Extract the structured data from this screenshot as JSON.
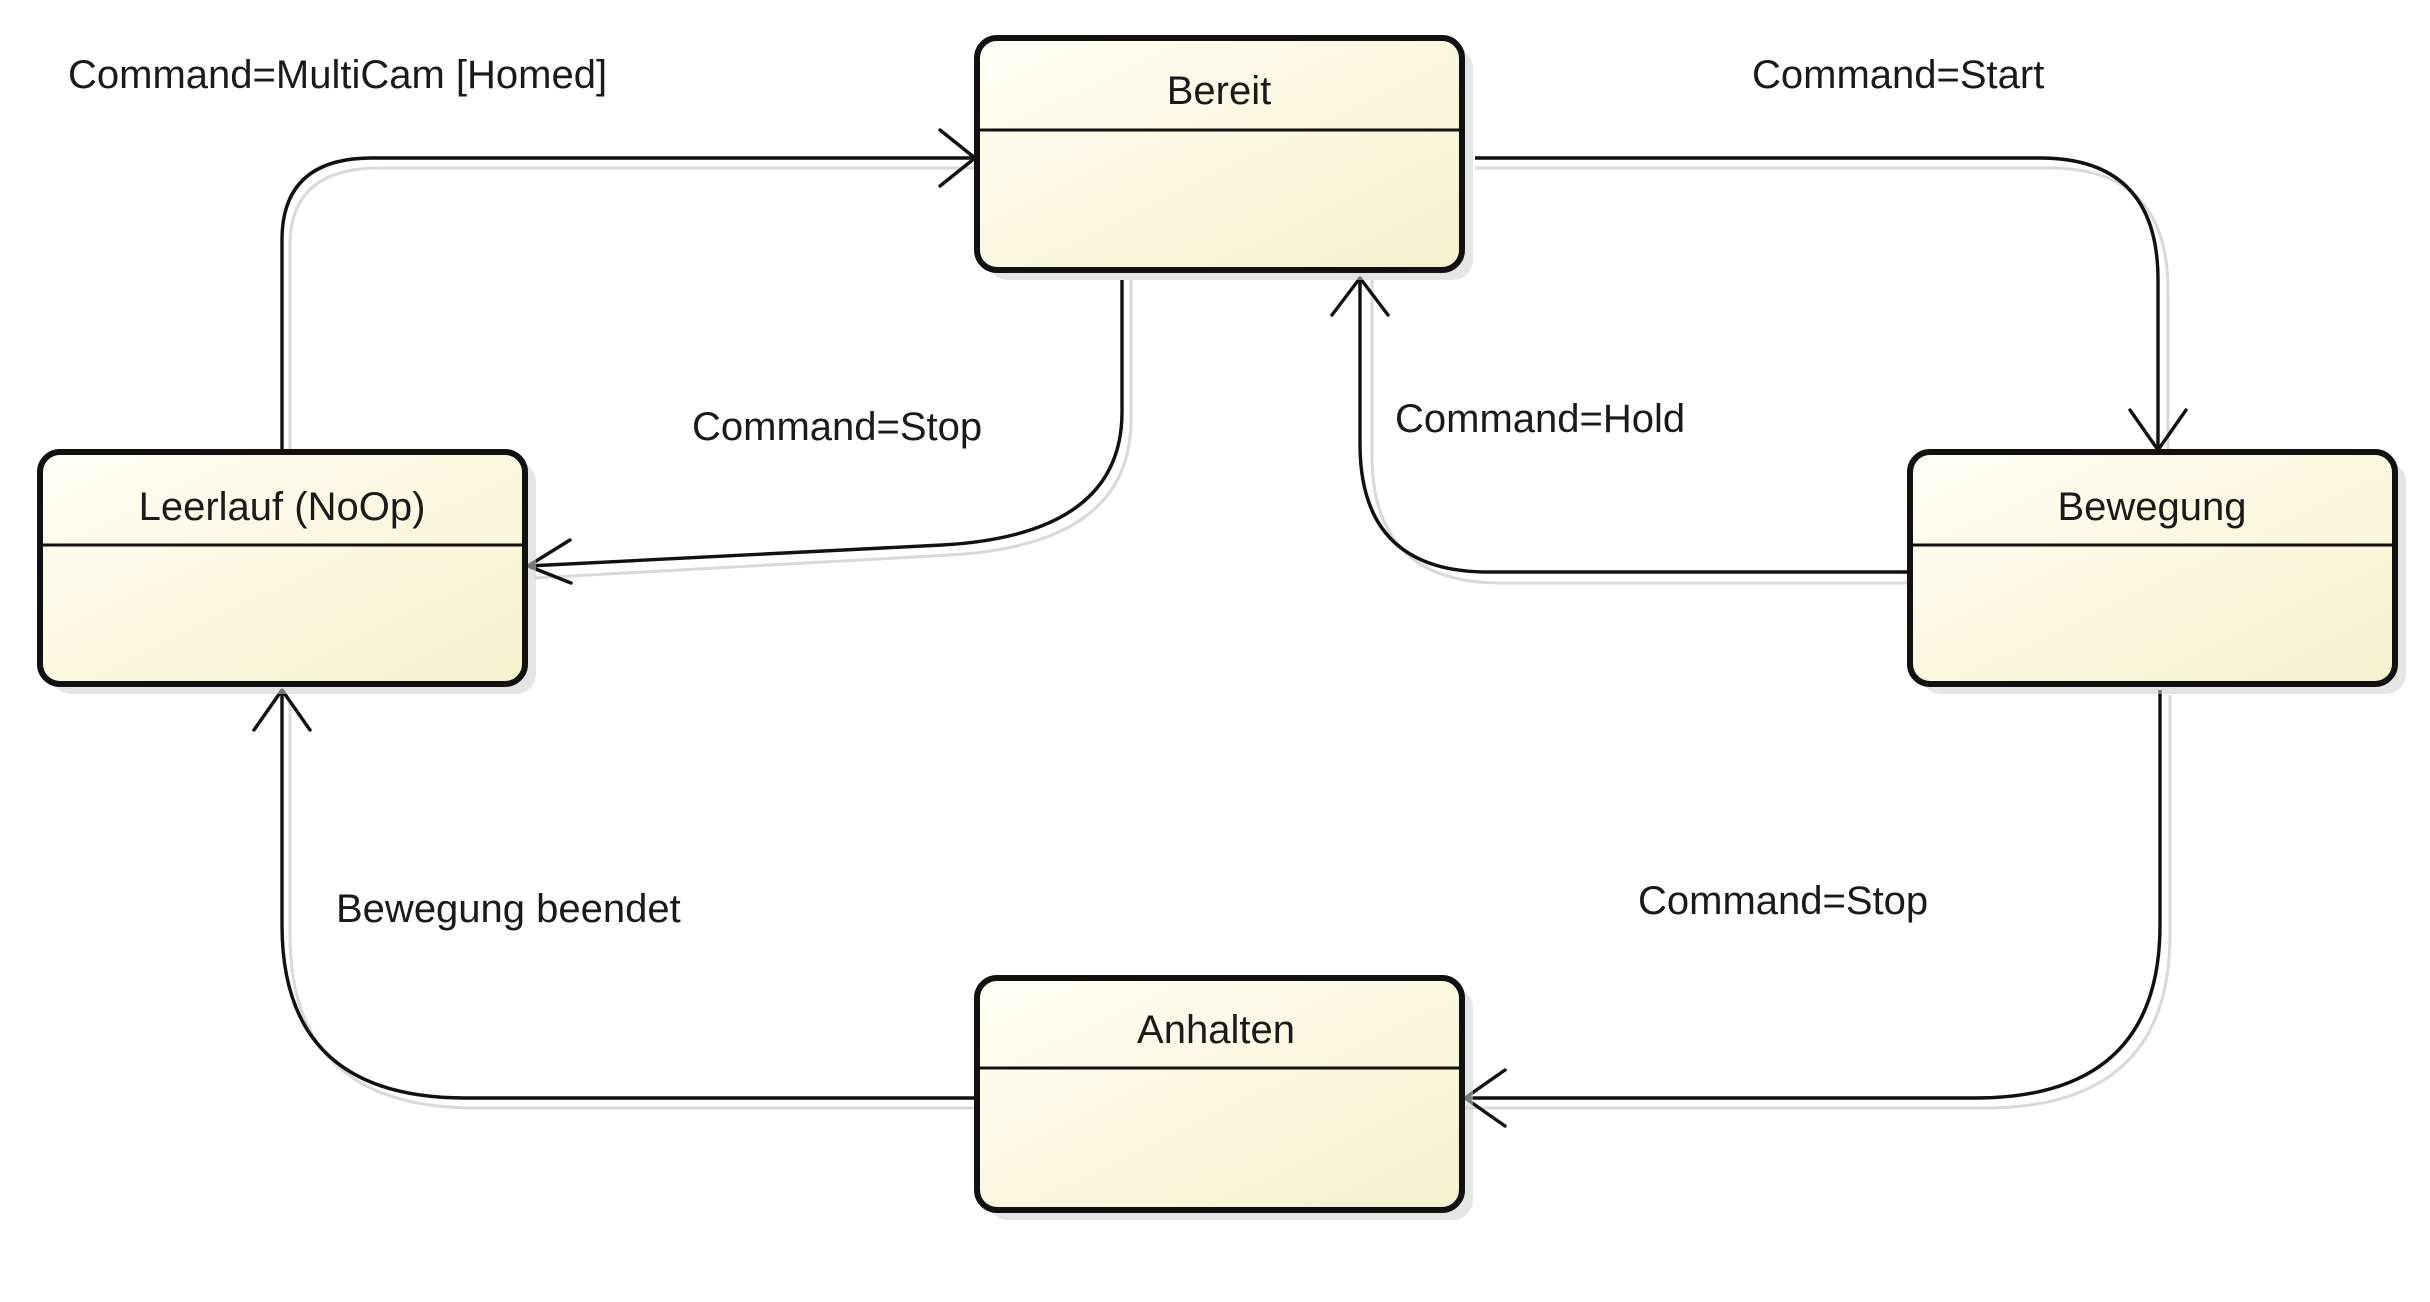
{
  "states": {
    "bereit": {
      "name": "Bereit"
    },
    "leerlauf": {
      "name": "Leerlauf (NoOp)"
    },
    "bewegung": {
      "name": "Bewegung"
    },
    "anhalten": {
      "name": "Anhalten"
    }
  },
  "transitions": {
    "leerlauf_to_bereit": {
      "label": "Command=MultiCam [Homed]"
    },
    "bereit_to_bewegung": {
      "label": "Command=Start"
    },
    "bereit_to_leerlauf": {
      "label": "Command=Stop"
    },
    "bewegung_to_bereit": {
      "label": "Command=Hold"
    },
    "bewegung_to_anhalten": {
      "label": "Command=Stop"
    },
    "anhalten_to_leerlauf": {
      "label": "Bewegung beendet"
    }
  },
  "colors": {
    "state_fill_light": "#fffff6",
    "state_fill_dark": "#f6f1cc",
    "stroke": "#111111"
  }
}
